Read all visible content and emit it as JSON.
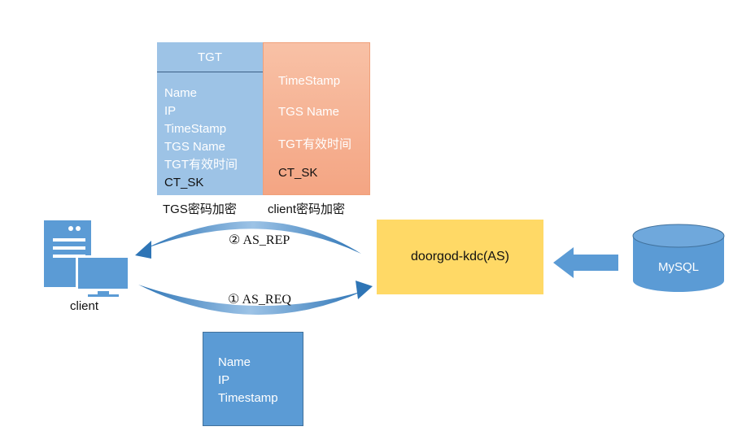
{
  "tgt": {
    "header": "TGT",
    "fields": [
      "Name",
      "IP",
      "TimeStamp",
      "TGS Name",
      "TGT有效时间",
      "CT_SK"
    ],
    "caption": "TGS密码加密"
  },
  "client_secret": {
    "fields": [
      "TimeStamp",
      "TGS Name",
      "TGT有效时间",
      "CT_SK"
    ],
    "caption": "client密码加密"
  },
  "client": {
    "label": "client"
  },
  "kdc": {
    "label": "doorgod-kdc(AS)"
  },
  "database": {
    "label": "MySQL"
  },
  "steps": {
    "as_rep": "② AS_REP",
    "as_req": "① AS_REQ"
  },
  "request": {
    "fields": [
      "Name",
      "IP",
      "Timestamp"
    ]
  },
  "colors": {
    "tgt_fill": "#9dc3e6",
    "client_fill": "#f4b183",
    "kdc_fill": "#ffd966",
    "blue": "#5b9bd5"
  }
}
